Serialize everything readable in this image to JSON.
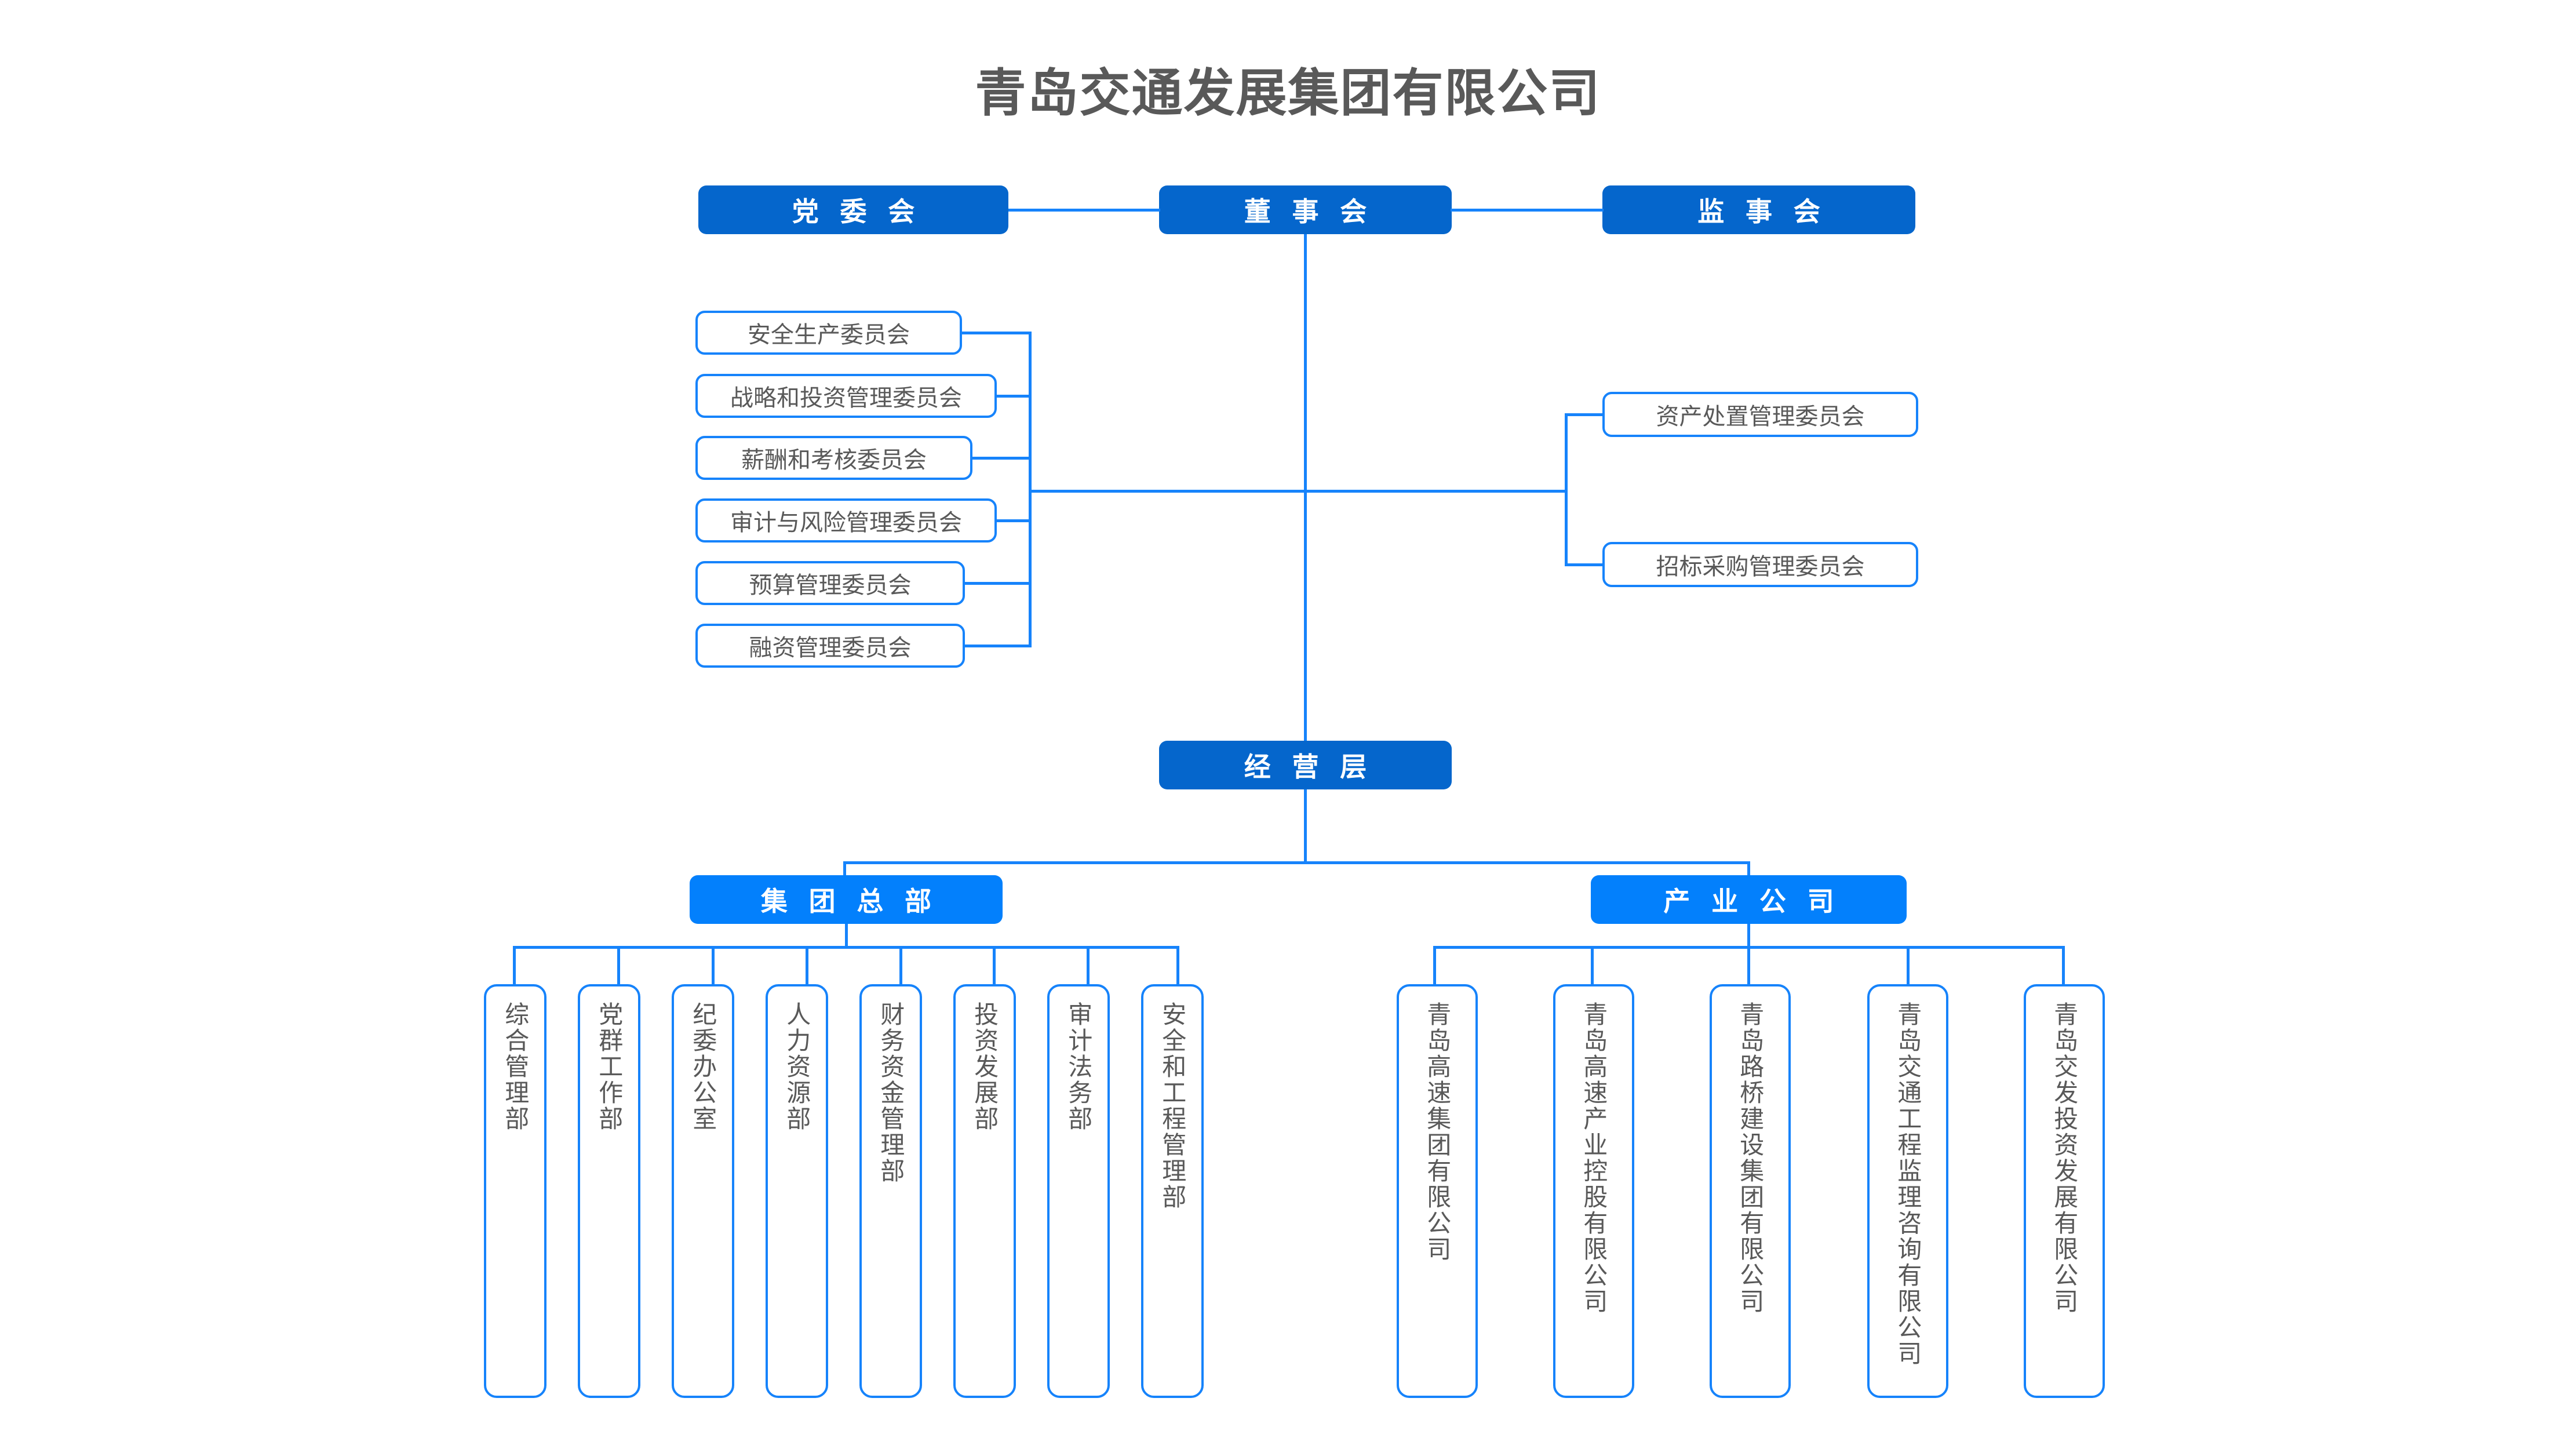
{
  "chart_data": {
    "type": "diagram",
    "title": "青岛交通发展集团有限公司",
    "diagram_kind": "organizational-chart",
    "colors": {
      "dark_blue": "#0566cc",
      "bright_blue": "#0380fc",
      "line_blue": "#1683fb",
      "text_gray": "#595959",
      "background": "#ffffff"
    },
    "levels": [
      {
        "level": 1,
        "nodes": [
          "党委会",
          "董事会",
          "监事会"
        ]
      },
      {
        "level": 2,
        "nodes": [
          "安全生产委员会",
          "战略和投资管理委员会",
          "薪酬和考核委员会",
          "审计与风险管理委员会",
          "预算管理委员会",
          "融资管理委员会",
          "资产处置管理委员会",
          "招标采购管理委员会"
        ]
      },
      {
        "level": 3,
        "nodes": [
          "经营层"
        ]
      },
      {
        "level": 4,
        "nodes": [
          "集团总部",
          "产业公司"
        ]
      },
      {
        "level": 5,
        "nodes": [
          "综合管理部",
          "党群工作部",
          "纪委办公室",
          "人力资源部",
          "财务资金管理部",
          "投资发展部",
          "审计法务部",
          "安全和工程管理部",
          "青岛高速集团有限公司",
          "青岛高速产业控股有限公司",
          "青岛路桥建设集团有限公司",
          "青岛交通工程监理咨询有限公司",
          "青岛交发投资发展有限公司"
        ]
      }
    ]
  },
  "header": {
    "title": "青岛交通发展集团有限公司"
  },
  "governance": {
    "party_committee": "党 委 会",
    "board_of_directors": "董 事 会",
    "board_of_supervisors": "监 事 会"
  },
  "committees_left": [
    {
      "label": "安全生产委员会"
    },
    {
      "label": "战略和投资管理委员会"
    },
    {
      "label": "薪酬和考核委员会"
    },
    {
      "label": "审计与风险管理委员会"
    },
    {
      "label": "预算管理委员会"
    },
    {
      "label": "融资管理委员会"
    }
  ],
  "committees_right": [
    {
      "label": "资产处置管理委员会"
    },
    {
      "label": "招标采购管理委员会"
    }
  ],
  "management": {
    "label": "经 营 层"
  },
  "branches": {
    "headquarters": "集 团 总 部",
    "industry": "产 业 公 司"
  },
  "departments": [
    {
      "label": "综合管理部"
    },
    {
      "label": "党群工作部"
    },
    {
      "label": "纪委办公室"
    },
    {
      "label": "人力资源部"
    },
    {
      "label": "财务资金管理部"
    },
    {
      "label": "投资发展部"
    },
    {
      "label": "审计法务部"
    },
    {
      "label": "安全和工程管理部"
    }
  ],
  "companies": [
    {
      "label": "青岛高速集团有限公司"
    },
    {
      "label": "青岛高速产业控股有限公司"
    },
    {
      "label": "青岛路桥建设集团有限公司"
    },
    {
      "label": "青岛交通工程监理咨询有限公司"
    },
    {
      "label": "青岛交发投资发展有限公司"
    }
  ]
}
